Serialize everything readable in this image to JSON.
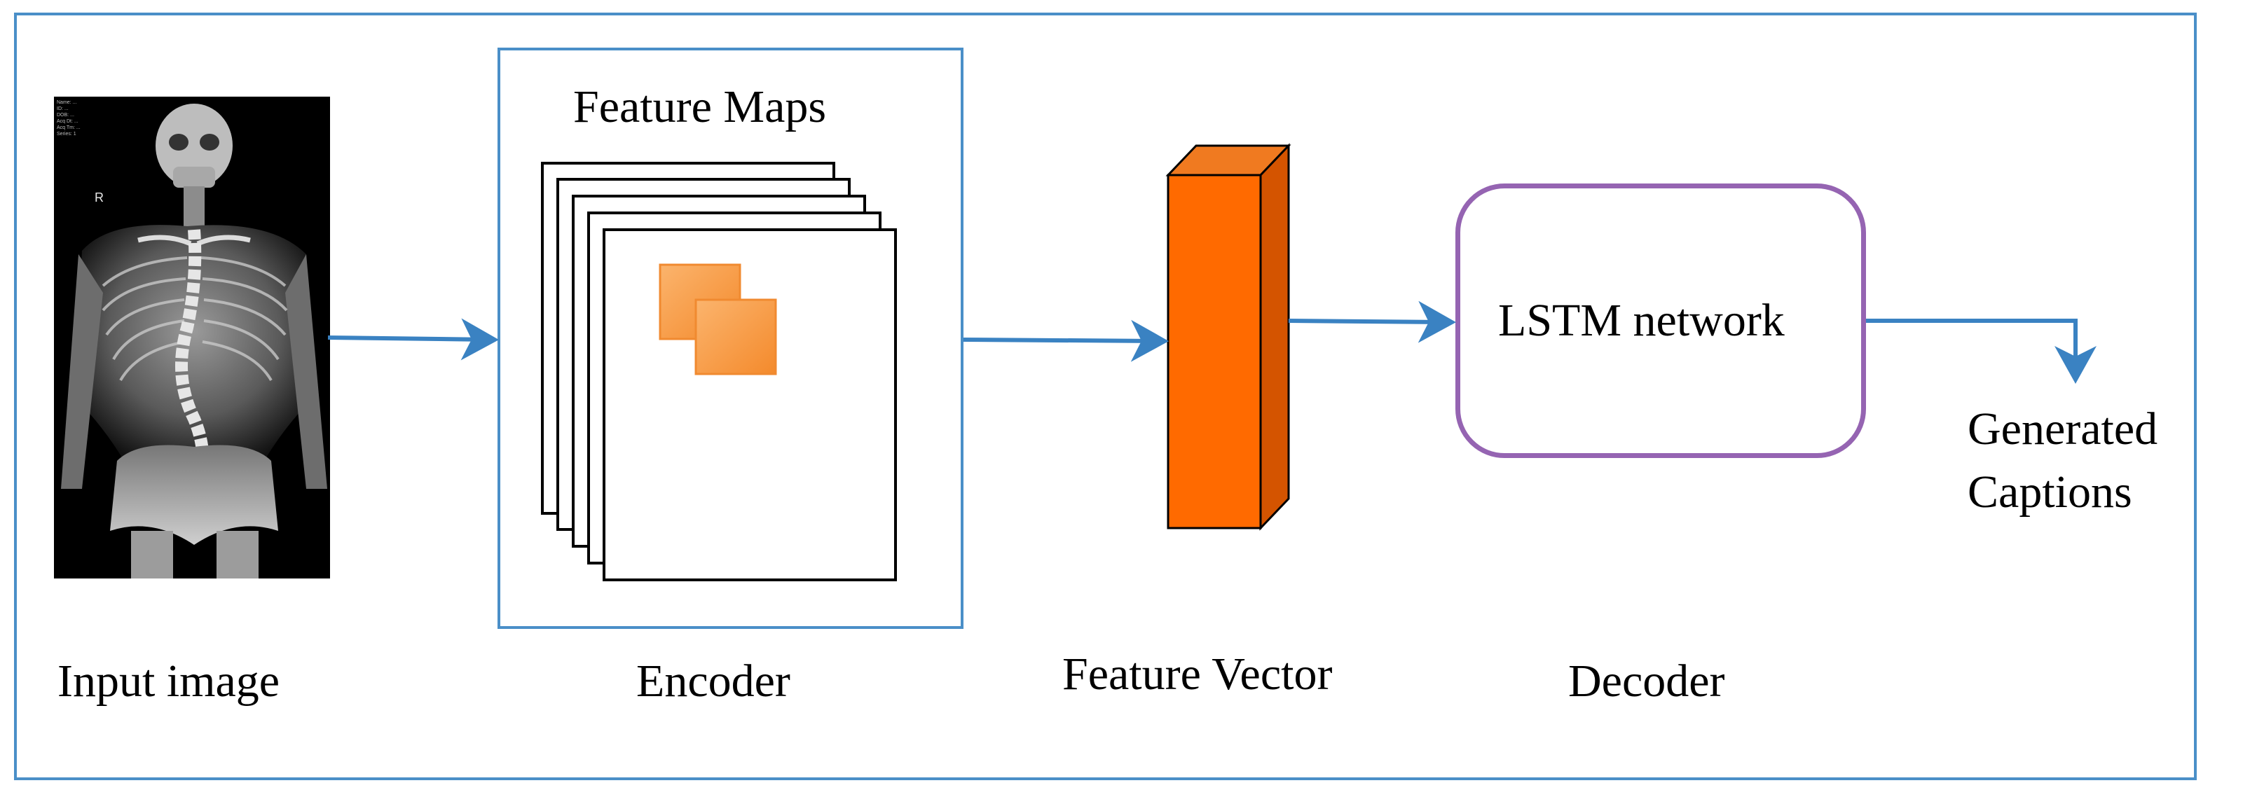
{
  "labels": {
    "input_image": "Input image",
    "encoder": "Encoder",
    "feature_maps": "Feature Maps",
    "feature_vector": "Feature Vector",
    "lstm": "LSTM network",
    "decoder": "Decoder",
    "generated_line1": "Generated",
    "generated_line2": "Captions"
  },
  "xray_overlay": {
    "marker": "R",
    "header_lines": [
      "Name: ...",
      "ID: ...",
      "DOB: ...",
      "Acq Dt: ...",
      "Acq Tm: ...",
      "Series: 1"
    ]
  },
  "colors": {
    "arrow": "#3a82c2",
    "frame_border": "#4a8fc8",
    "feature_vector_front": "#ff6a00",
    "feature_vector_side": "#d45400",
    "feature_map_patch": "#f9a04a",
    "lstm_border": "#9564b2"
  }
}
